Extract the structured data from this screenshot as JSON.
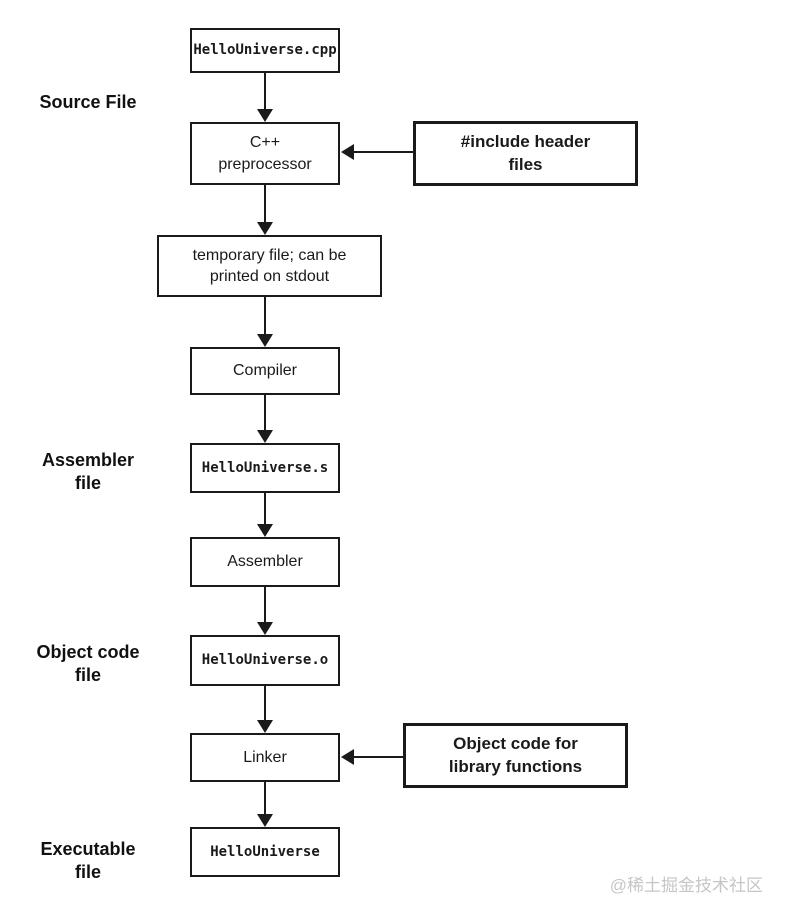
{
  "diagram": {
    "nodes": {
      "source_box": {
        "label": "HelloUniverse.cpp"
      },
      "preprocessor": {
        "label": "C++\npreprocessor"
      },
      "include_headers": {
        "label": "#include header\nfiles"
      },
      "temp_file": {
        "label": "temporary file; can be\nprinted on stdout"
      },
      "compiler": {
        "label": "Compiler"
      },
      "assembler_source": {
        "label": "HelloUniverse.s"
      },
      "assembler": {
        "label": "Assembler"
      },
      "object_box": {
        "label": "HelloUniverse.o"
      },
      "linker": {
        "label": "Linker"
      },
      "library_objects": {
        "label": "Object code for\nlibrary functions"
      },
      "executable_box": {
        "label": "HelloUniverse"
      }
    },
    "stage_labels": {
      "source": "Source File",
      "assembler": "Assembler\nfile",
      "object": "Object code\nfile",
      "executable": "Executable\nfile"
    },
    "edges": [
      {
        "from": "source_box",
        "to": "preprocessor"
      },
      {
        "from": "include_headers",
        "to": "preprocessor"
      },
      {
        "from": "preprocessor",
        "to": "temp_file"
      },
      {
        "from": "temp_file",
        "to": "compiler"
      },
      {
        "from": "compiler",
        "to": "assembler_source"
      },
      {
        "from": "assembler_source",
        "to": "assembler"
      },
      {
        "from": "assembler",
        "to": "object_box"
      },
      {
        "from": "object_box",
        "to": "linker"
      },
      {
        "from": "library_objects",
        "to": "linker"
      },
      {
        "from": "linker",
        "to": "executable_box"
      }
    ],
    "watermark": "@稀土掘金技术社区",
    "colors": {
      "ink": "#1a1a1a",
      "background": "#ffffff",
      "watermark": "#c6c6c6"
    }
  }
}
